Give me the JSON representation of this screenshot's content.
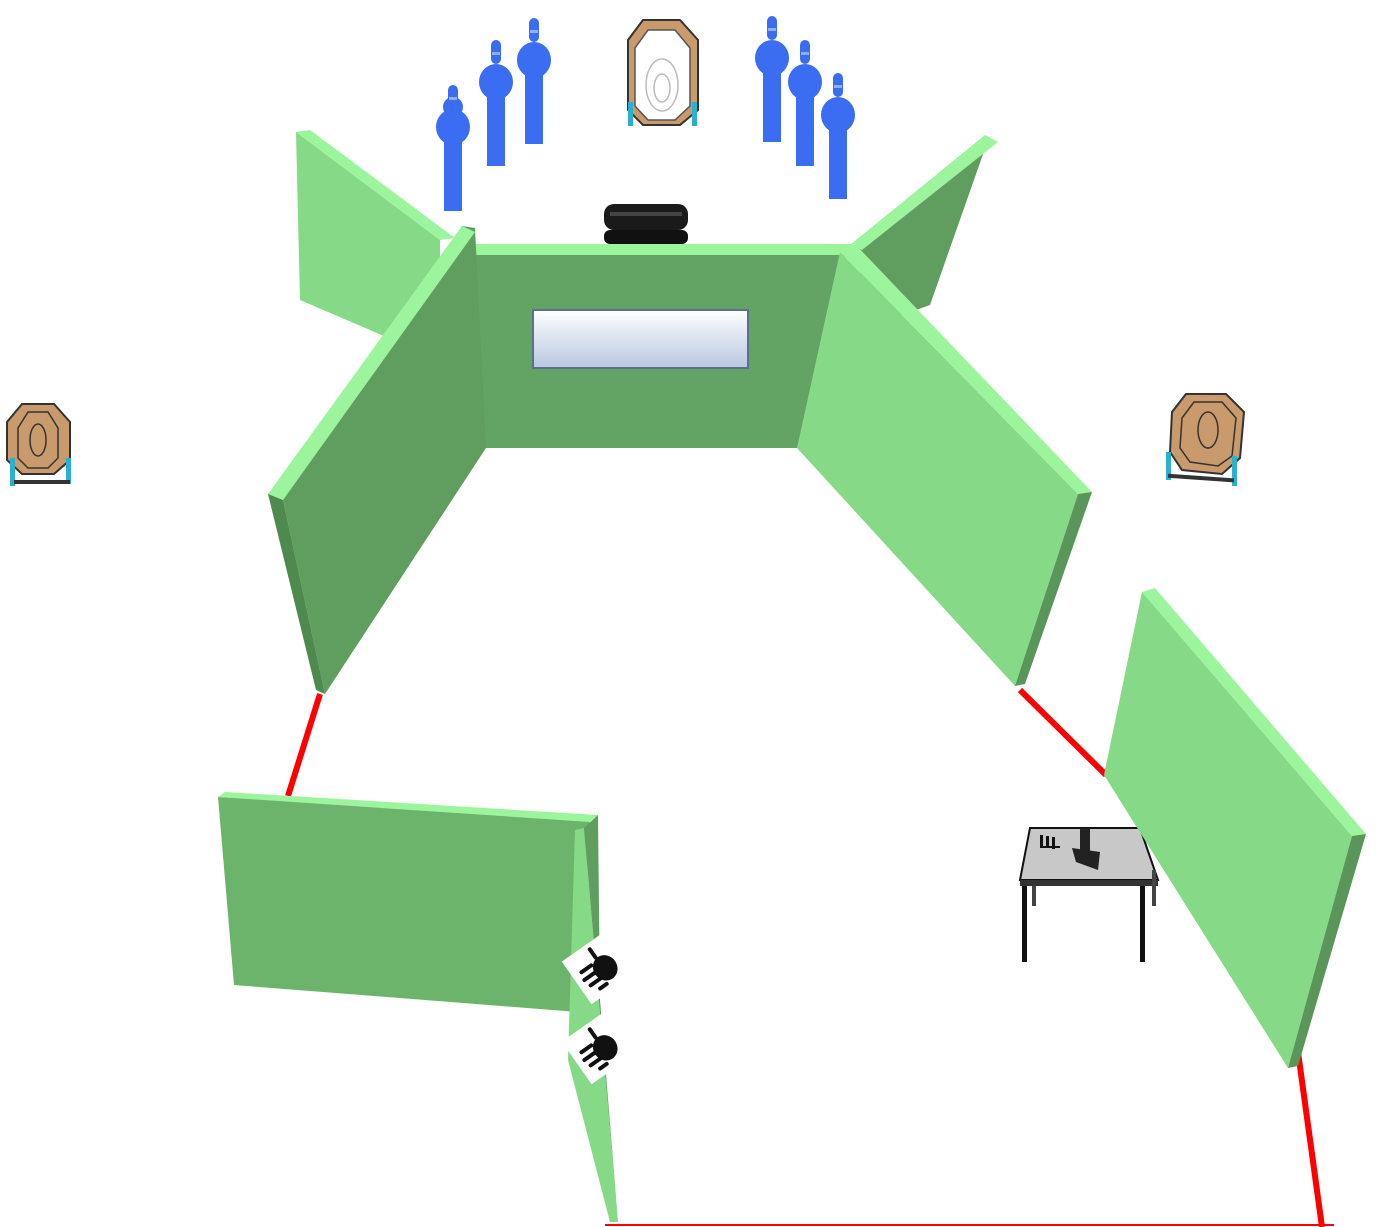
{
  "diagram": {
    "kind": "shooting-stage-layout",
    "colors": {
      "wall_front": "#6cb46c",
      "wall_side_light": "#86d986",
      "wall_dark": "#5f9e5f",
      "wall_edge": "#9cf59c",
      "fault_line": "#ff0000",
      "popper": "#3b6df2",
      "paper_target": "#c99a6b",
      "no_shoot_target": "#ffffff",
      "window": "#dfe7f2",
      "table": "#c8c8c8",
      "tire": "#1a1a1a"
    },
    "elements": {
      "walls": [
        "back-wall",
        "left-front-wall",
        "right-front-wall",
        "left-back-wing",
        "right-back-wing",
        "lower-left-wall",
        "vertical-barrier",
        "right-side-wall"
      ],
      "fault_lines": [
        "left-fault-line",
        "right-fault-line",
        "far-right-fault-line",
        "bottom-fault-line"
      ],
      "targets": {
        "poppers": 6,
        "paper_targets": [
          "left-paper-target",
          "right-paper-target"
        ],
        "no_shoot_targets": [
          "center-no-shoot-target"
        ]
      },
      "props": [
        "tire-stack",
        "window-opening",
        "start-table",
        "pistol",
        "magazines",
        "hand-marker-top",
        "hand-marker-bottom"
      ]
    }
  }
}
